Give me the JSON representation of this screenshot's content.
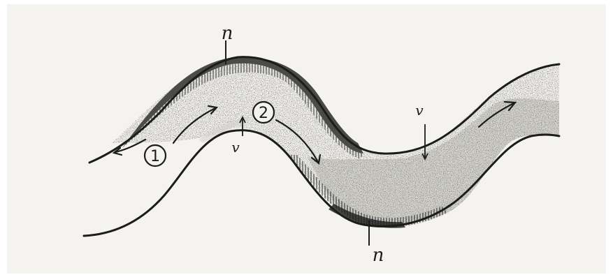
{
  "labels": {
    "section_top": "n",
    "section_bottom": "n",
    "velocity_left": "v",
    "velocity_right": "v",
    "zone_1": "1",
    "zone_2": "2"
  },
  "colors": {
    "ink": "#1c1c1c",
    "paper": "#f4f3ef"
  }
}
